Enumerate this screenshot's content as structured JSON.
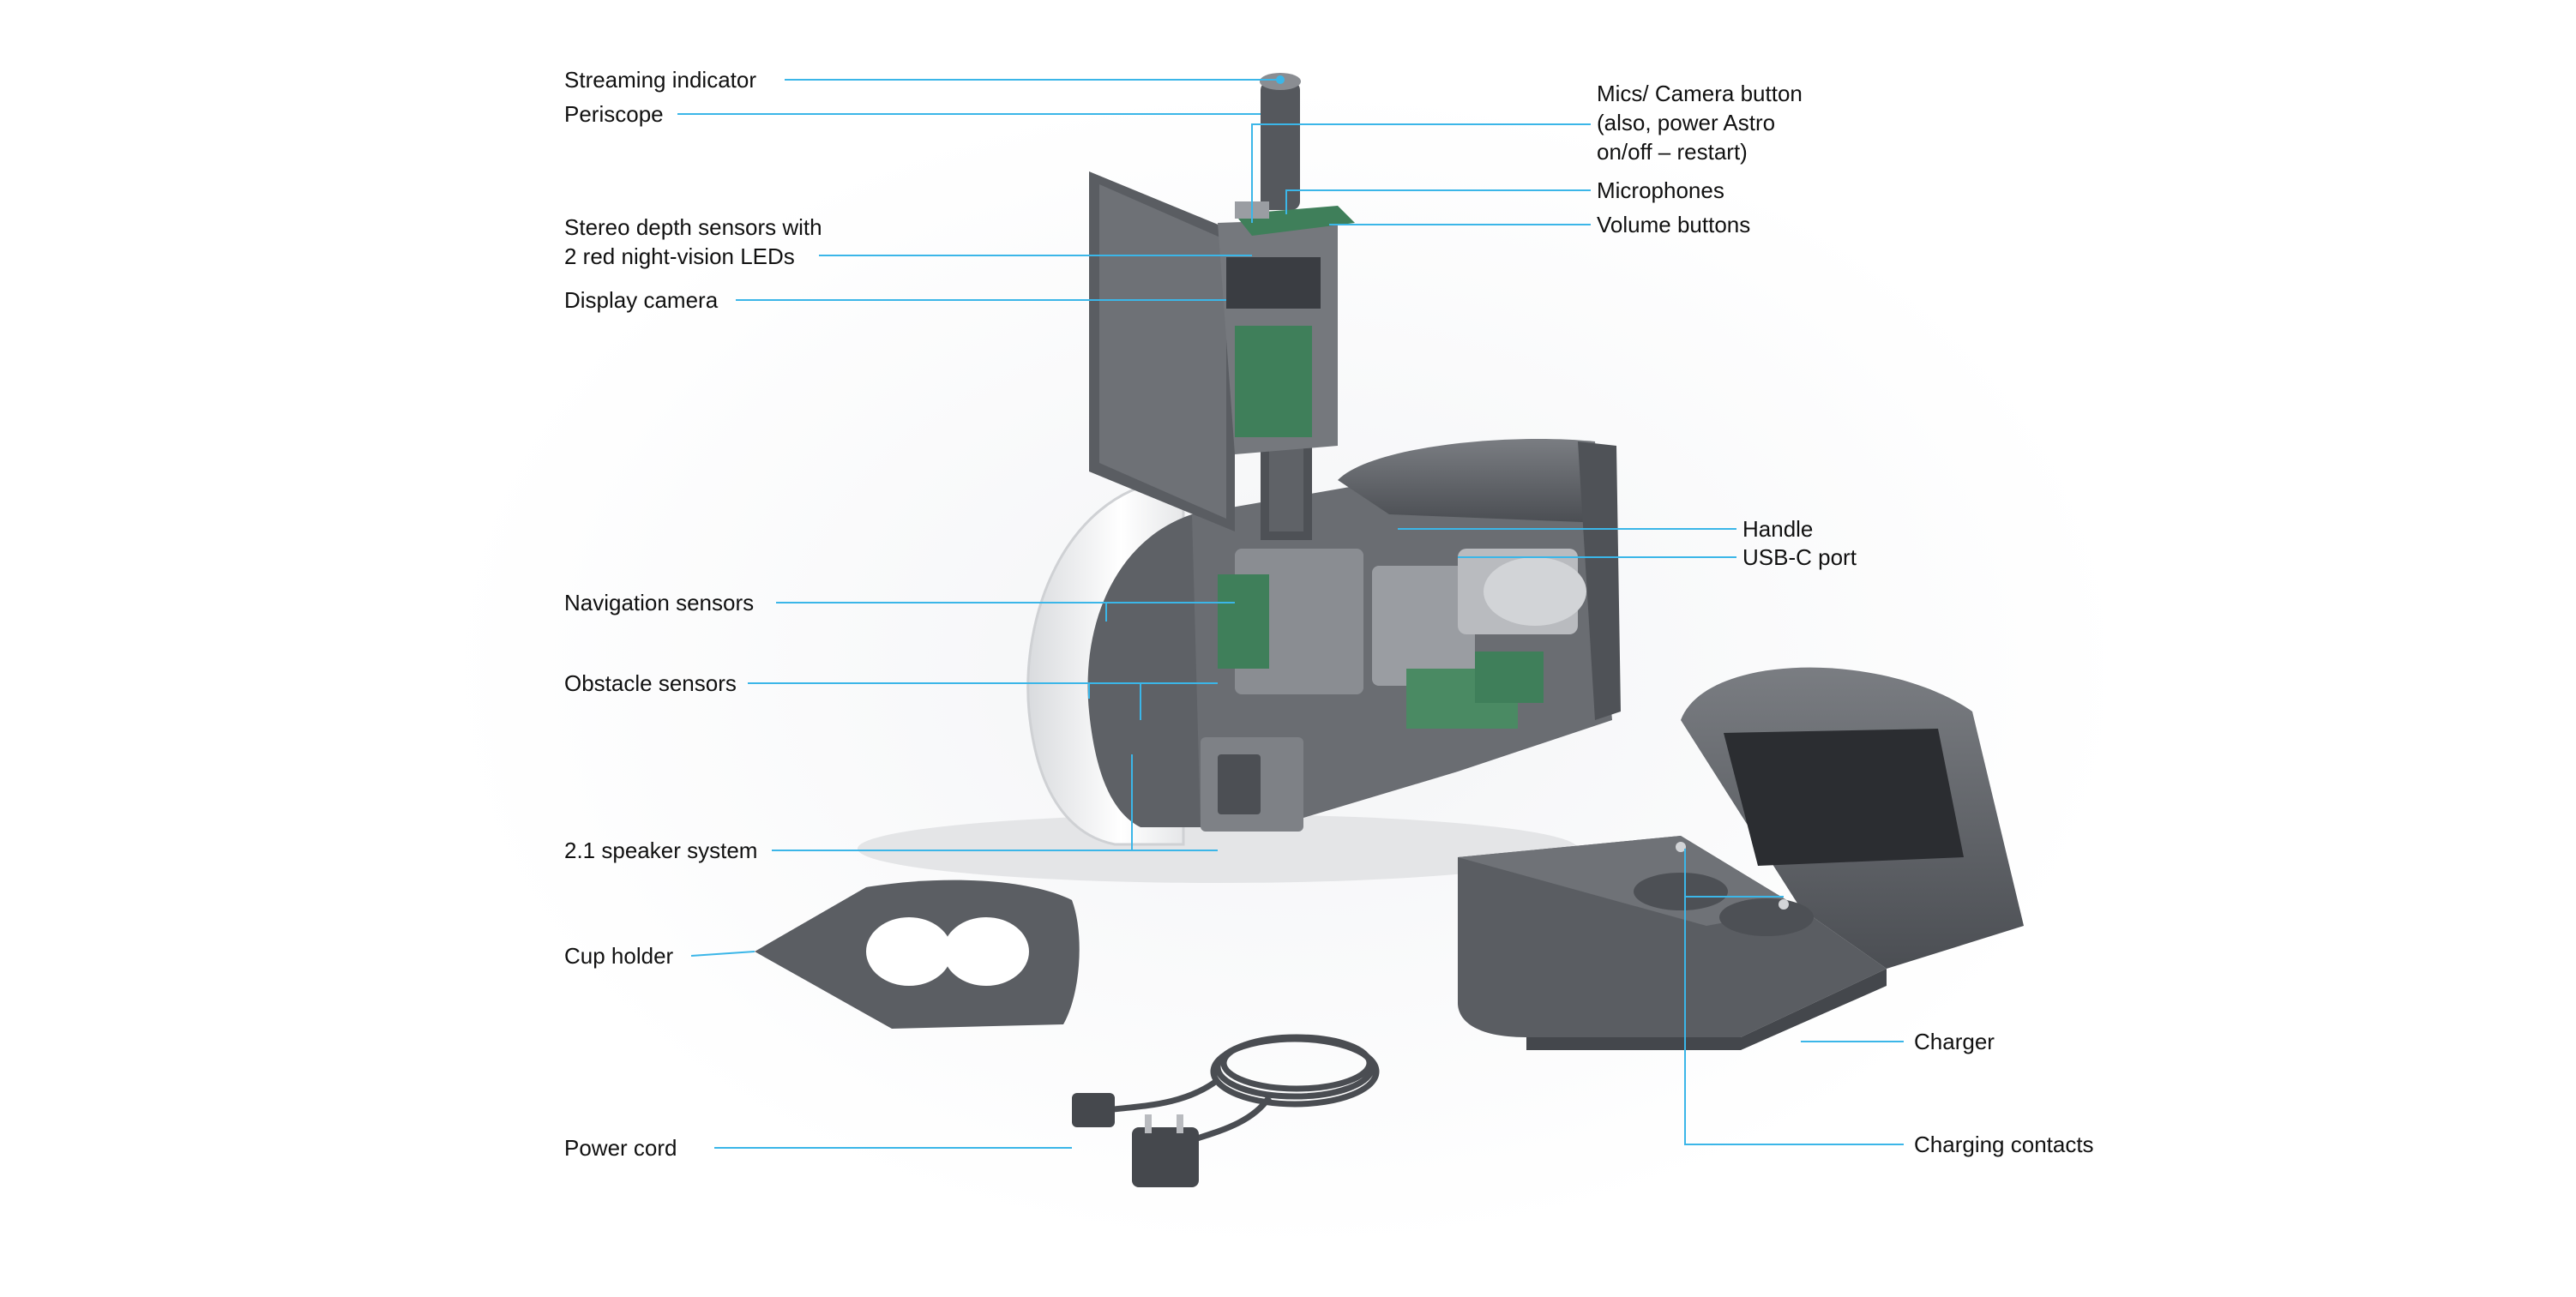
{
  "colors": {
    "leader_line": "#3bb6e8",
    "body_dark": "#55585d",
    "body_mid": "#6b6e73",
    "body_light": "#8a8d92",
    "shell_white": "#f4f5f6",
    "board_green": "#3f7f5a"
  },
  "labels": {
    "streaming_indicator": "Streaming indicator",
    "periscope": "Periscope",
    "stereo_line1": "Stereo depth sensors with",
    "stereo_line2": "2 red night-vision LEDs",
    "display_camera": "Display camera",
    "navigation_sensors": "Navigation sensors",
    "obstacle_sensors": "Obstacle sensors",
    "speaker_system": "2.1 speaker system",
    "cup_holder": "Cup holder",
    "power_cord": "Power cord",
    "mics_line1": "Mics/ Camera button",
    "mics_line2": "(also, power Astro",
    "mics_line3": "on/off – restart)",
    "microphones": "Microphones",
    "volume_buttons": "Volume buttons",
    "handle": "Handle",
    "usbc_port": "USB-C port",
    "charger": "Charger",
    "charging_contacts": "Charging contacts"
  }
}
